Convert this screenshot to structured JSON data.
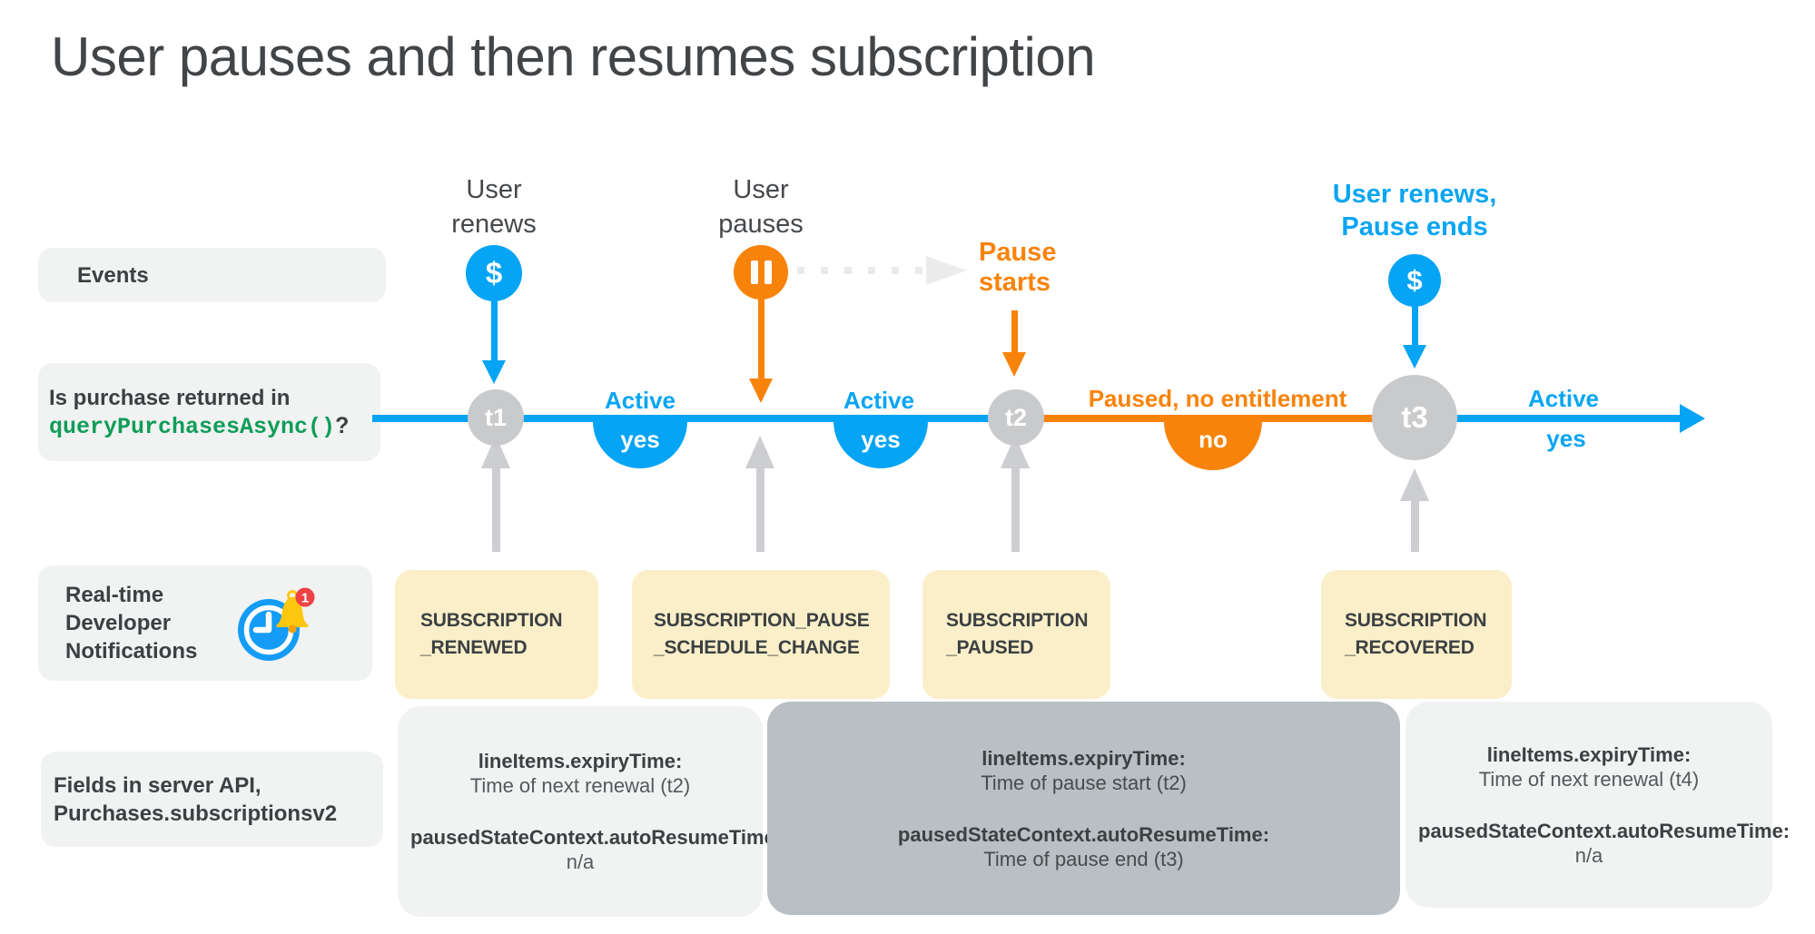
{
  "title": "User pauses and then resumes subscription",
  "colors": {
    "blue": "#05a4f4",
    "orange": "#f8830a",
    "node_gray": "#c9cacc",
    "arrow_gray": "#cdced1",
    "yellow_box": "#faefc8",
    "light_box": "#f1f2f2",
    "dark_box": "#b9bfc3",
    "code_green": "#0f9d58",
    "text_dark": "#3c4043"
  },
  "rows": {
    "events_label": "Events",
    "purchase_q": {
      "line1": "Is purchase returned in",
      "code": "queryPurchasesAsync()",
      "suffix": "?"
    },
    "rtdn": {
      "line1": "Real-time",
      "line2": "Developer",
      "line3": "Notifications",
      "badge": "1"
    },
    "fields": {
      "line1": "Fields in server API,",
      "line2": "Purchases.subscriptionsv2"
    }
  },
  "timeline": {
    "nodes": [
      {
        "label": "t1"
      },
      {
        "label": "t2"
      },
      {
        "label": "t3"
      }
    ]
  },
  "events": {
    "renew1": {
      "label_line1": "User",
      "label_line2": "renews",
      "glyph": "$"
    },
    "pause": {
      "label_line1": "User",
      "label_line2": "pauses"
    },
    "pause_starts": {
      "line1": "Pause",
      "line2": "starts"
    },
    "renew2": {
      "label_line1": "User renews,",
      "label_line2": "Pause ends",
      "glyph": "$"
    }
  },
  "states": [
    {
      "label": "Active",
      "value": "yes"
    },
    {
      "label": "Active",
      "value": "yes"
    },
    {
      "label": "Paused, no entitlement",
      "value": "no"
    },
    {
      "label": "Active",
      "value": "yes"
    }
  ],
  "rtdn_boxes": [
    {
      "line1": "SUBSCRIPTION",
      "line2": "_RENEWED"
    },
    {
      "line1": "SUBSCRIPTION_PAUSE",
      "line2": "_SCHEDULE_CHANGE"
    },
    {
      "line1": "SUBSCRIPTION",
      "line2": "_PAUSED"
    },
    {
      "line1": "SUBSCRIPTION",
      "line2": "_RECOVERED"
    }
  ],
  "api_boxes": [
    {
      "field1": "lineItems.expiryTime:",
      "value1": "Time of next renewal (t2)",
      "field2": "pausedStateContext.autoResumeTime:",
      "value2": "n/a"
    },
    {
      "field1": "lineItems.expiryTime:",
      "value1": "Time of pause start (t2)",
      "field2": "pausedStateContext.autoResumeTime:",
      "value2": "Time of pause end (t3)"
    },
    {
      "field1": "lineItems.expiryTime:",
      "value1": "Time of next renewal (t4)",
      "field2": "pausedStateContext.autoResumeTime:",
      "value2": "n/a"
    }
  ]
}
